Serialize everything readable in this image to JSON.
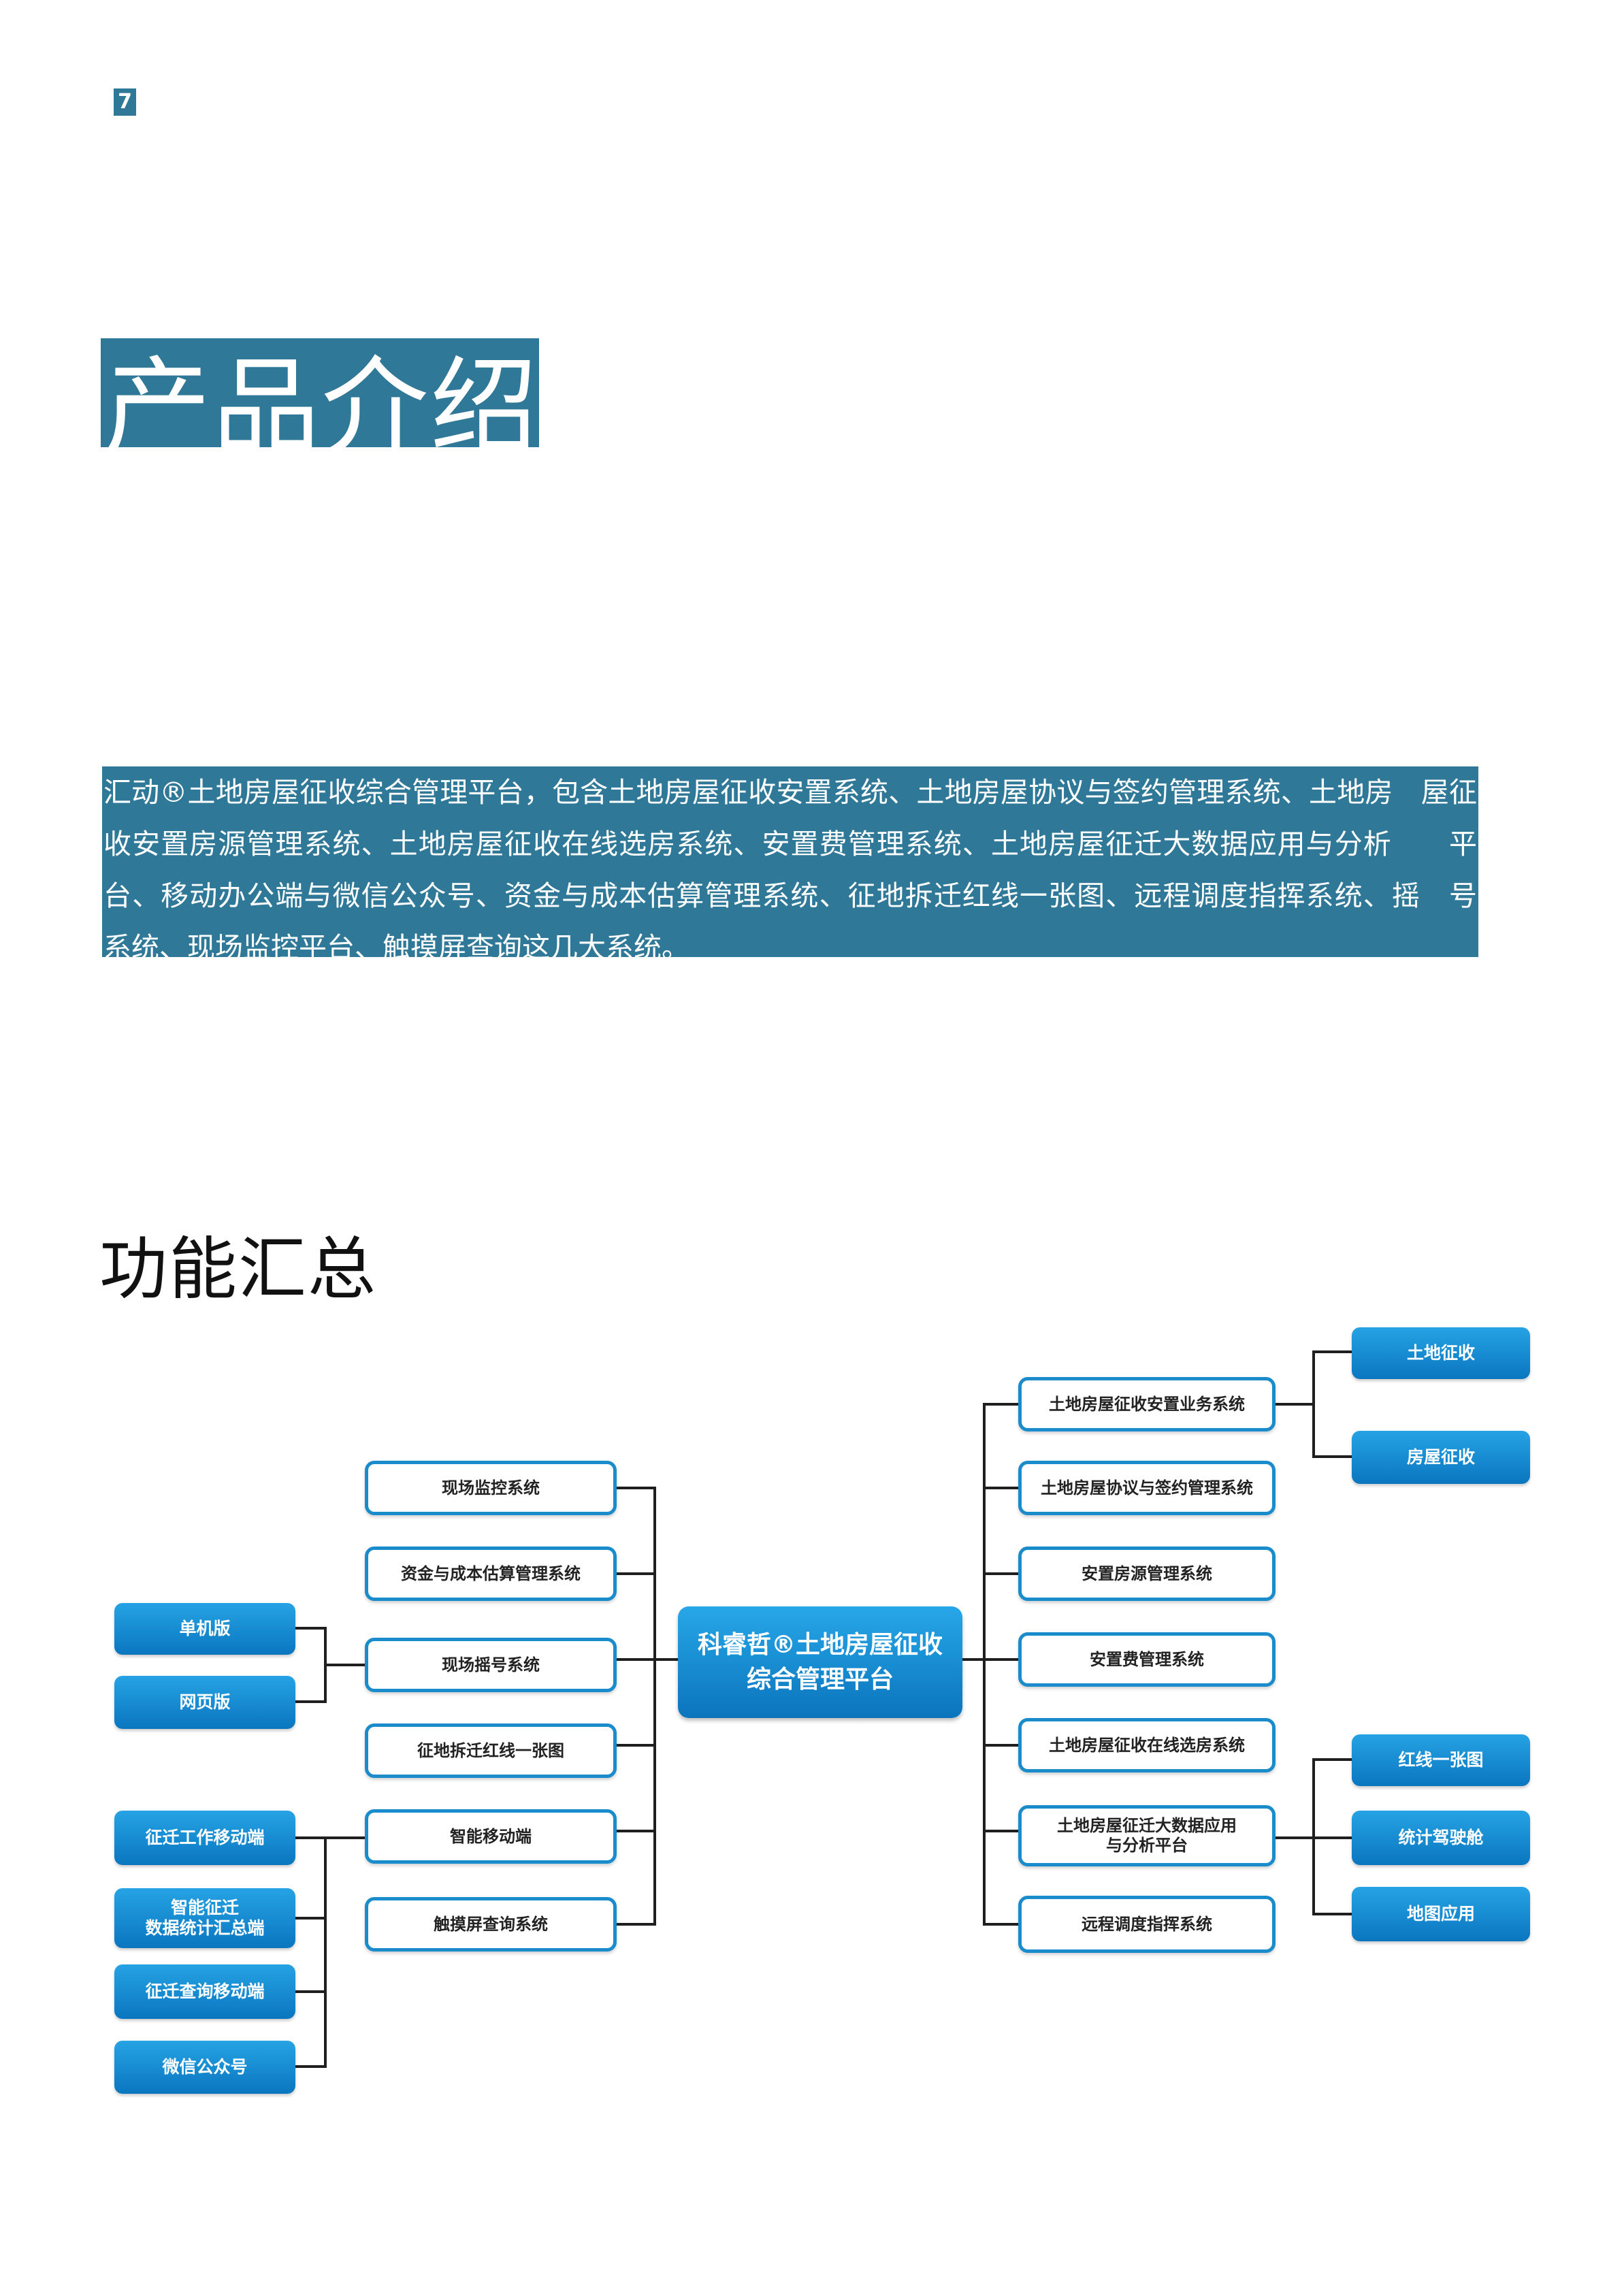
{
  "page_number": "7",
  "intro": {
    "title": "产品介绍",
    "lines": [
      "汇动®土地房屋征收综合管理平台，包含土地房屋征收安置系统、土地房屋协议与签约管理系统、土地房　屋征",
      "收安置房源管理系统、土地房屋征收在线选房系统、安置费管理系统、土地房屋征迁大数据应用与分析　　平",
      "台、移动办公端与微信公众号、资金与成本估算管理系统、征地拆迁红线一张图、远程调度指挥系统、摇　号",
      "系统、现场监控平台、触摸屏查询这几大系统。"
    ]
  },
  "functions": {
    "heading": "功能汇总",
    "center": [
      "科睿哲®土地房屋征收",
      "综合管理平台"
    ],
    "left_systems": [
      "现场监控系统",
      "资金与成本估算管理系统",
      "现场摇号系统",
      "征地拆迁红线一张图",
      "智能移动端",
      "触摸屏查询系统"
    ],
    "lottery_versions": [
      "单机版",
      "网页版"
    ],
    "mobile_apps": [
      "征迁工作移动端",
      "智能征迁\n数据统计汇总端",
      "征迁查询移动端",
      "微信公众号"
    ],
    "right_systems": [
      "土地房屋征收安置业务系统",
      "土地房屋协议与签约管理系统",
      "安置房源管理系统",
      "安置费管理系统",
      "土地房屋征收在线选房系统",
      "土地房屋征迁大数据应用\n与分析平台",
      "远程调度指挥系统"
    ],
    "expropriation_types": [
      "土地征收",
      "房屋征收"
    ],
    "bigdata_modules": [
      "红线一张图",
      "统计驾驶舱",
      "地图应用"
    ]
  },
  "colors": {
    "accent": "#2f7897",
    "node_blue": "#1a8ccb",
    "node_fill": "#0f7fc6"
  }
}
